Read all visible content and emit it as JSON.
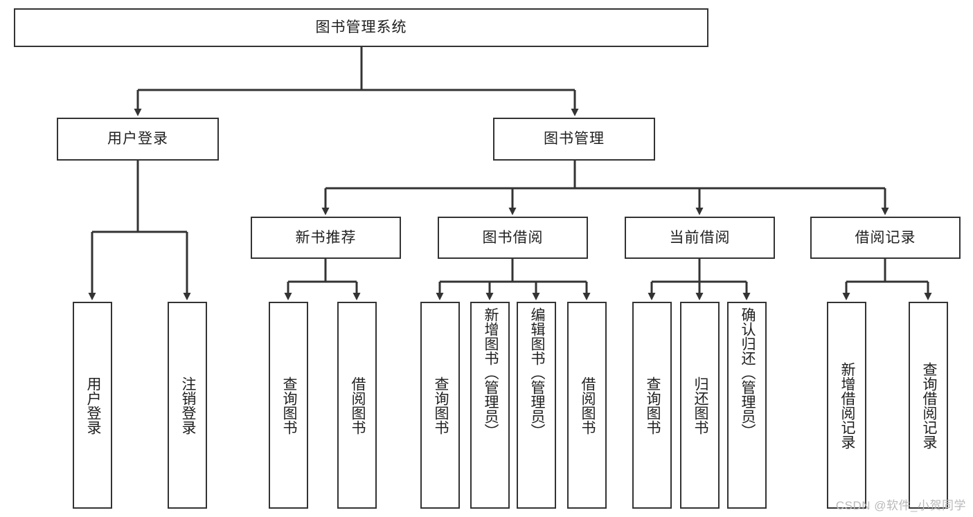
{
  "diagram": {
    "title": "图书管理系统",
    "type": "tree",
    "watermark": "CSDN @软件_小贺同学",
    "colors": {
      "stroke": "#333333",
      "fill": "#ffffff",
      "text": "#1f1f1f",
      "watermark": "#b9b9b9"
    },
    "root": {
      "label": "图书管理系统"
    },
    "level2": [
      {
        "label": "用户登录"
      },
      {
        "label": "图书管理"
      }
    ],
    "level3": [
      {
        "label": "新书推荐"
      },
      {
        "label": "图书借阅"
      },
      {
        "label": "当前借阅"
      },
      {
        "label": "借阅记录"
      }
    ],
    "leaves": {
      "user_login": [
        {
          "label": "用户登录"
        },
        {
          "label": "注销登录"
        }
      ],
      "new_book": [
        {
          "label": "查询图书"
        },
        {
          "label": "借阅图书"
        }
      ],
      "book_borrow": [
        {
          "label": "查询图书"
        },
        {
          "label": "新增图书（管理员）"
        },
        {
          "label": "编辑图书（管理员）"
        },
        {
          "label": "借阅图书"
        }
      ],
      "current_borrow": [
        {
          "label": "查询图书"
        },
        {
          "label": "归还图书"
        },
        {
          "label": "确认归还（管理员）"
        }
      ],
      "borrow_record": [
        {
          "label": "新增借阅记录"
        },
        {
          "label": "查询借阅记录"
        }
      ]
    }
  }
}
